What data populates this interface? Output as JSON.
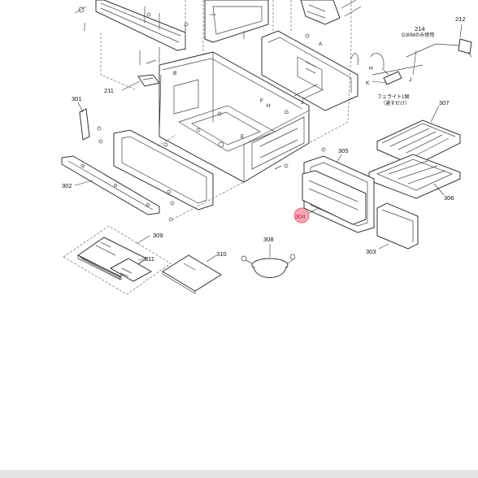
{
  "colors": {
    "line": "#333333",
    "highlight": "#f36b7d",
    "highlight_text": "#c0283e",
    "footer": "#e6e6e6"
  },
  "labels": {
    "p212": "212",
    "p214": "214",
    "p214_note": "G30Mのみ使用",
    "p211": "211",
    "p301": "301",
    "p302": "302",
    "p303": "303",
    "p304": "304",
    "p305": "305",
    "p306": "306",
    "p307": "307",
    "p308": "308",
    "p309": "309",
    "p310": "310",
    "p311": "311",
    "ferrite": "フェライト1個",
    "ferrite_note": "（通すだけ）",
    "A": "A",
    "B": "B",
    "E": "E",
    "F": "F",
    "G": "G",
    "H": "H",
    "H2": "H",
    "J": "J",
    "J2": "J",
    "K": "K"
  }
}
